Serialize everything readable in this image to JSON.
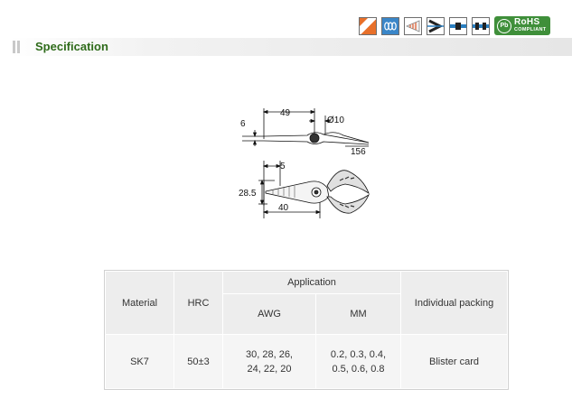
{
  "icons": [
    {
      "name": "hardened-edge-icon"
    },
    {
      "name": "coil-spring-icon"
    },
    {
      "name": "wire-strip-icon"
    },
    {
      "name": "crimp-icon"
    },
    {
      "name": "insulated-wire-icon"
    },
    {
      "name": "cable-cut-icon"
    }
  ],
  "rohs": {
    "badge": "RoHS",
    "sub": "COMPLIANT",
    "pb": "Pb"
  },
  "section": {
    "title": "Specification"
  },
  "drawing": {
    "dims": {
      "d49": "49",
      "d6": "6",
      "d10": "Ø10",
      "d156": "156",
      "d5": "5",
      "d285": "28.5",
      "d40": "40"
    }
  },
  "table": {
    "headers": {
      "material": "Material",
      "hrc": "HRC",
      "application": "Application",
      "awg": "AWG",
      "mm": "MM",
      "packing": "Individual packing"
    },
    "row": {
      "material": "SK7",
      "hrc": "50±3",
      "awg_line1": "30, 28, 26,",
      "awg_line2": "24, 22, 20",
      "mm_line1": "0.2, 0.3, 0.4,",
      "mm_line2": "0.5, 0.6, 0.8",
      "packing": "Blister card"
    }
  },
  "colors": {
    "title": "#2e6b1a",
    "rohs": "#3f8f3a",
    "orange": "#e8702a",
    "blue": "#2a7fc0"
  }
}
